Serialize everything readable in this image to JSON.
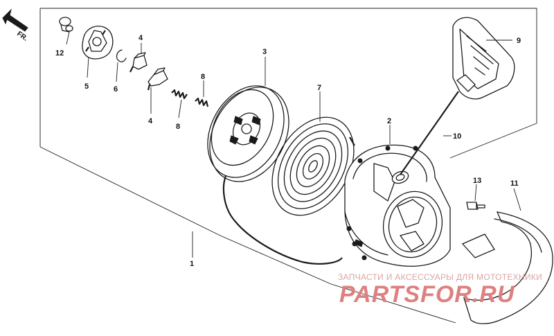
{
  "diagram": {
    "orientation": "FR.",
    "callouts": {
      "c1": "1",
      "c2": "2",
      "c3": "3",
      "c4a": "4",
      "c4b": "4",
      "c5": "5",
      "c6": "6",
      "c7": "7",
      "c8a": "8",
      "c8b": "8",
      "c9": "9",
      "c10": "10",
      "c11": "11",
      "c12": "12",
      "c13": "13"
    }
  },
  "watermark": {
    "caption": "ЗАПЧАСТИ И АКСЕССУАРЫ ДЛЯ МОТОТЕХНИКИ",
    "logo": "PARTSFOR.RU"
  }
}
